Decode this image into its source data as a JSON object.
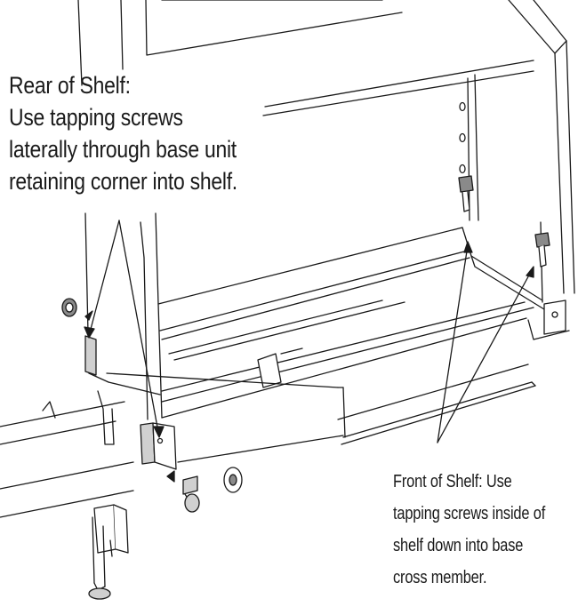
{
  "callouts": {
    "rear": {
      "lines": [
        "Rear of Shelf:",
        "Use tapping screws",
        "laterally through base unit",
        "retaining corner into shelf."
      ]
    },
    "front": {
      "lines": [
        "Front of Shelf: Use",
        "tapping screws inside of",
        "shelf down into base",
        "cross member."
      ]
    }
  },
  "colors": {
    "line": "#1a1a1a",
    "fill": "#ffffff",
    "shade": "#d0d0d0",
    "dark": "#8a8a8a"
  }
}
